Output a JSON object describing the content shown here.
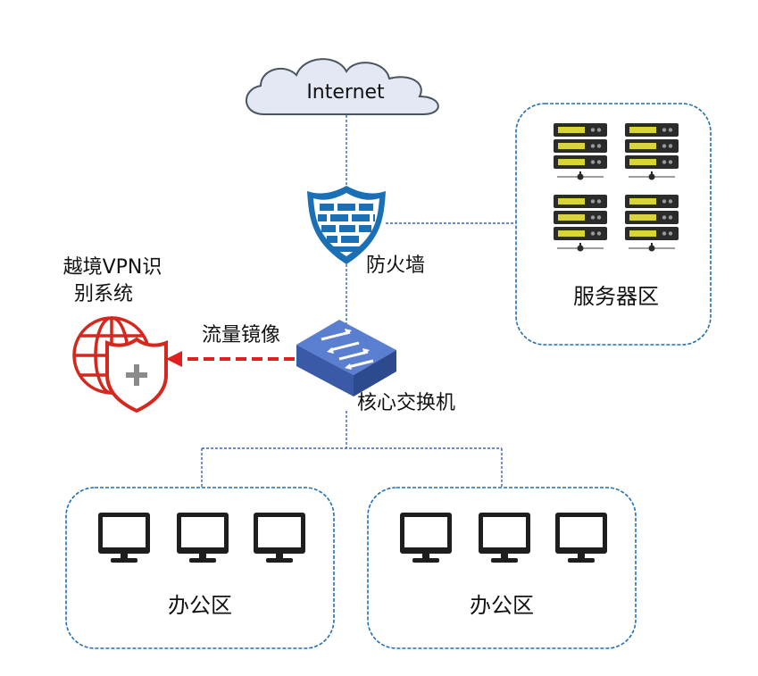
{
  "cloud": {
    "label": "Internet"
  },
  "firewall": {
    "label": "防火墙"
  },
  "server_zone": {
    "label": "服务器区"
  },
  "vpn_detector": {
    "label_line1": "越境VPN识",
    "label_line2": "别系统"
  },
  "mirror_link": {
    "label": "流量镜像"
  },
  "core_switch": {
    "label": "核心交换机"
  },
  "office_zones": [
    {
      "label": "办公区"
    },
    {
      "label": "办公区"
    }
  ],
  "colors": {
    "link_dash": "#3a63b8",
    "zone_border": "#1f6fb2",
    "firewall_blue": "#1a6fb5",
    "switch_blue": "#3f63b0",
    "mirror_red": "#e02020",
    "cloud_fill": "#e3e8f4",
    "server_dark": "#2b2b2b",
    "server_led": "#d8d43a",
    "monitor_dark": "#1e1e1e"
  }
}
